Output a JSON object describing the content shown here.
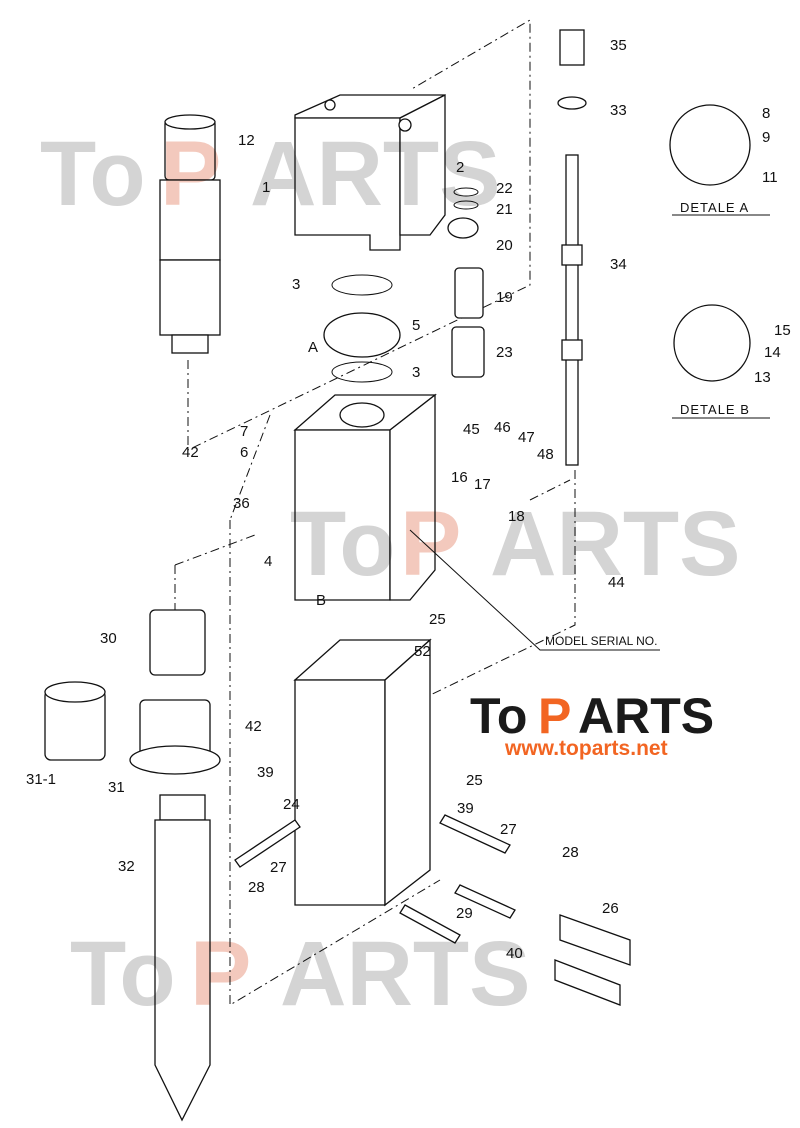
{
  "watermark": {
    "text_left": "To",
    "text_p": "P",
    "text_right": "ARTS"
  },
  "logo": {
    "to": "To",
    "p": "P",
    "arts": "ARTS",
    "url": "www.toparts.net",
    "brand_color": "#f26522",
    "dark_color": "#1a1a1a"
  },
  "details": {
    "a": "DETALE   A",
    "b": "DETALE   B"
  },
  "serial_label": "MODEL SERIAL NO.",
  "labels": [
    "35",
    "33",
    "8",
    "9",
    "11",
    "12",
    "2",
    "22",
    "1",
    "21",
    "20",
    "34",
    "3",
    "19",
    "5",
    "15",
    "A",
    "14",
    "23",
    "13",
    "3",
    "7",
    "45",
    "46",
    "6",
    "47",
    "48",
    "42",
    "16",
    "17",
    "36",
    "18",
    "4",
    "44",
    "B",
    "25",
    "30",
    "52",
    "42",
    "39",
    "25",
    "31-1",
    "31",
    "39",
    "24",
    "27",
    "28",
    "32",
    "27",
    "28",
    "26",
    "29",
    "40"
  ]
}
